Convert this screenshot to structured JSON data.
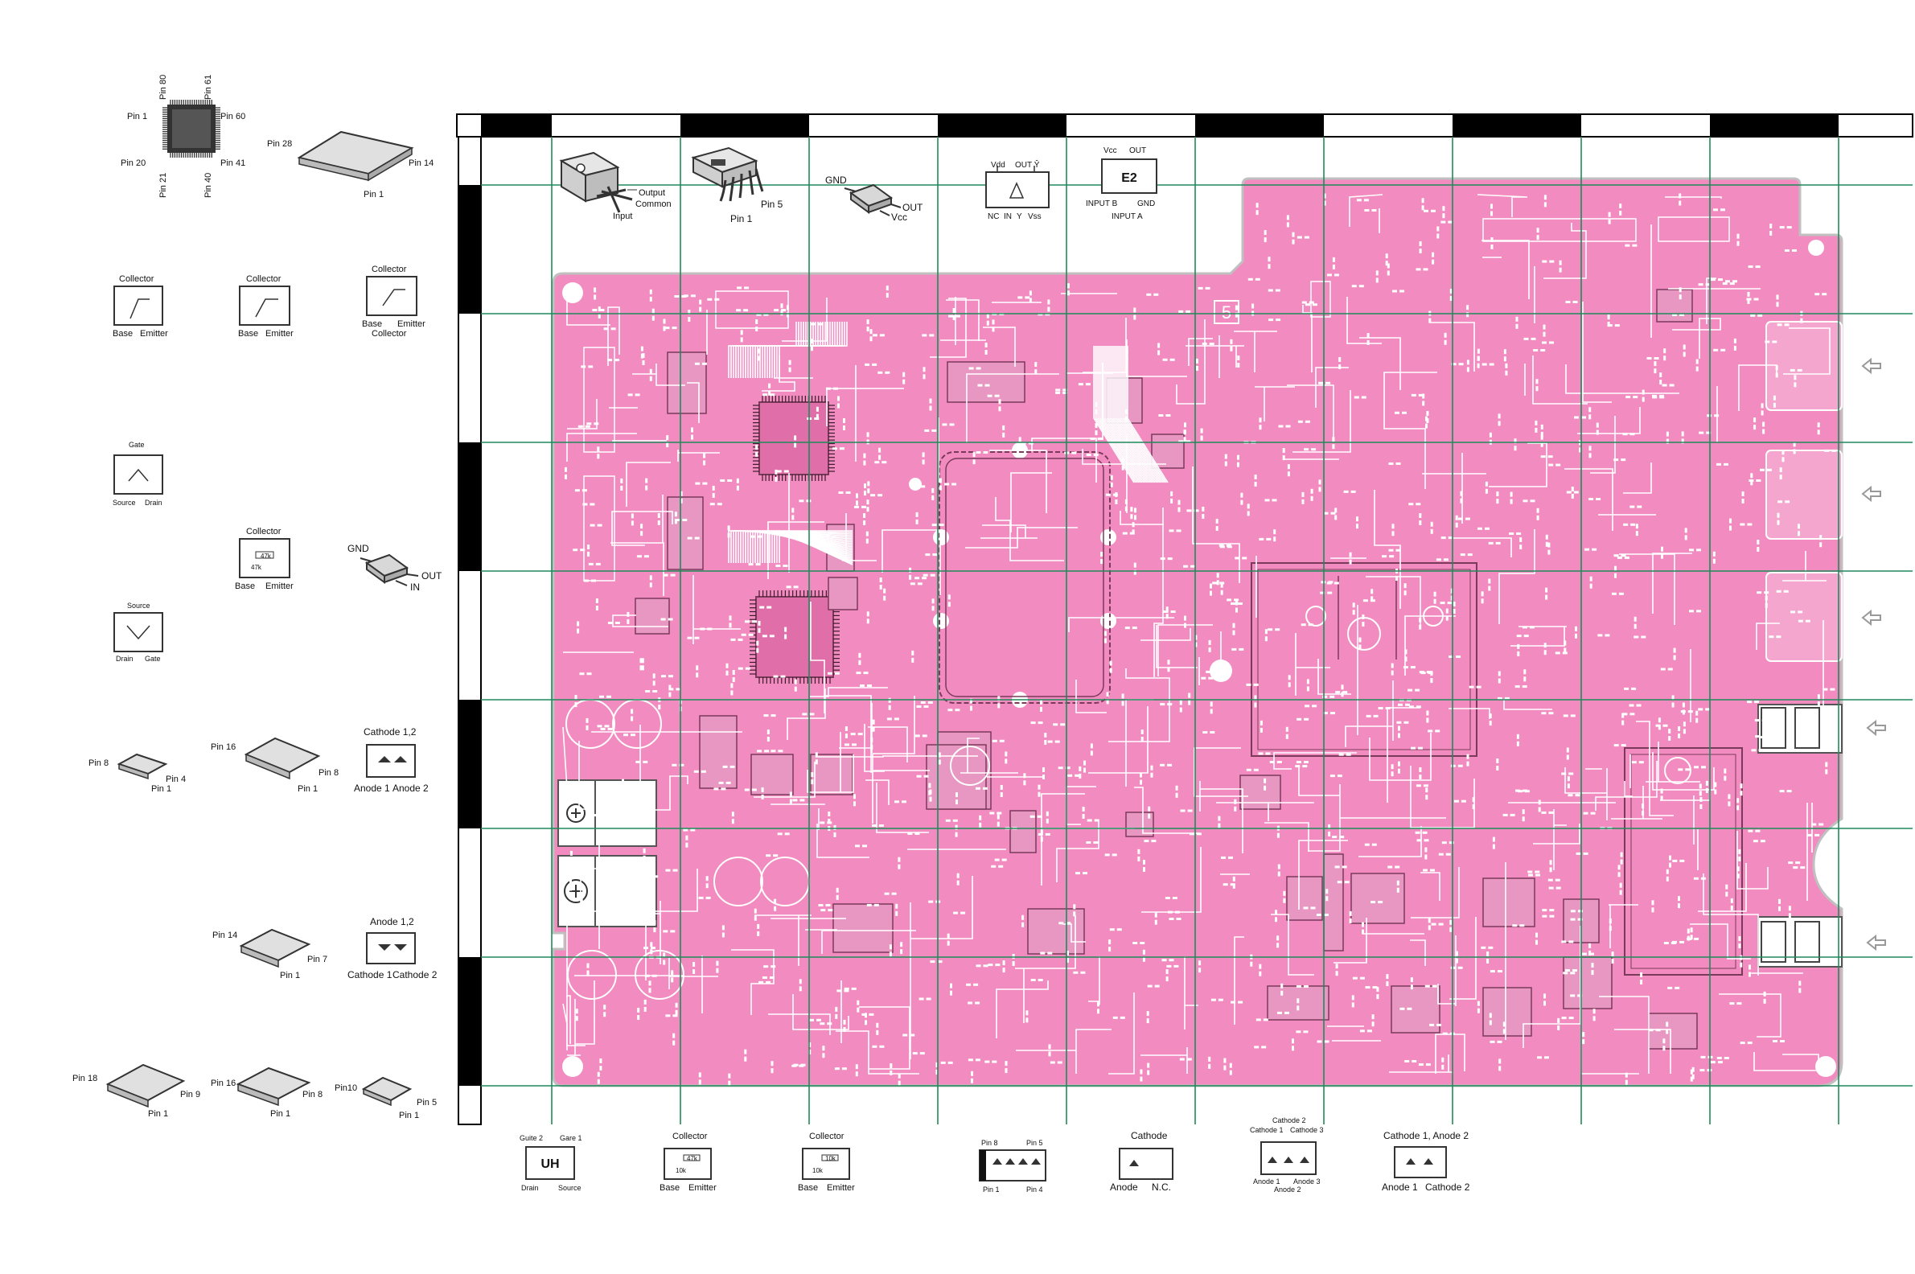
{
  "board_marker": "5",
  "left_parts": {
    "qfp80": {
      "pin1": "Pin 1",
      "pin20": "Pin 20",
      "pin21": "Pin 21",
      "pin40": "Pin 40",
      "pin41": "Pin 41",
      "pin60": "Pin 60",
      "pin61": "Pin 61",
      "pin80": "Pin 80"
    },
    "sop28": {
      "pin28": "Pin 28",
      "pin14": "Pin 14",
      "pin1": "Pin 1"
    },
    "sot_a": {
      "top": "Collector",
      "base": "Base",
      "emitter": "Emitter"
    },
    "sot_b": {
      "top": "Collector",
      "base": "Base",
      "emitter": "Emitter"
    },
    "sot_c": {
      "top": "Collector",
      "base": "Base",
      "emitter": "Emitter",
      "bottom": "Collector"
    },
    "fet_a": {
      "top": "Gate",
      "source": "Source",
      "drain": "Drain"
    },
    "sot_r": {
      "top": "Collector",
      "r": "47k",
      "r2": "47k",
      "base": "Base",
      "emitter": "Emitter"
    },
    "reg_small": {
      "gnd": "GND",
      "out": "OUT",
      "in": "IN"
    },
    "fet_b": {
      "top": "Source",
      "drain": "Drain",
      "gate": "Gate"
    },
    "so8": {
      "pin8": "Pin 8",
      "pin4": "Pin 4",
      "pin1": "Pin 1"
    },
    "so16a": {
      "pin16": "Pin 16",
      "pin8": "Pin 8",
      "pin1": "Pin 1"
    },
    "diode_cc": {
      "top": "Cathode 1,2",
      "a1": "Anode 1",
      "a2": "Anode 2"
    },
    "so14": {
      "pin14": "Pin 14",
      "pin7": "Pin 7",
      "pin1": "Pin 1"
    },
    "diode_ca": {
      "top": "Anode 1,2",
      "c1": "Cathode 1",
      "c2": "Cathode 2"
    },
    "so18": {
      "pin18": "Pin 18",
      "pin9": "Pin 9",
      "pin1": "Pin 1"
    },
    "so16b": {
      "pin16": "Pin 16",
      "pin8": "Pin 8",
      "pin1": "Pin 1"
    },
    "so10": {
      "pin10": "Pin10",
      "pin5": "Pin 5",
      "pin1": "Pin 1"
    }
  },
  "top_parts": {
    "to220": {
      "output": "Output",
      "common": "Common",
      "input": "Input"
    },
    "to220_5": {
      "pin1": "Pin 1",
      "pin5": "Pin 5"
    },
    "dpak": {
      "gnd": "GND",
      "out": "OUT",
      "vcc": "Vcc"
    },
    "sot5": {
      "vdd": "Vdd",
      "out": "OUT Ŷ",
      "nc": "NC",
      "in": "IN",
      "y": "Y",
      "vss": "Vss"
    },
    "e2": {
      "vcc": "Vcc",
      "out": "OUT",
      "name": "E2",
      "inb": "INPUT B",
      "gnd": "GND",
      "ina": "INPUT A"
    }
  },
  "bottom_parts": {
    "uh": {
      "gate2": "Guite 2",
      "gate1": "Gare 1",
      "name": "UH",
      "drain": "Drain",
      "source": "Source"
    },
    "q47": {
      "top": "Collector",
      "r1": "47k",
      "r2": "10k",
      "base": "Base",
      "emitter": "Emitter"
    },
    "q10": {
      "top": "Collector",
      "r1": "10k",
      "r2": "10k",
      "base": "Base",
      "emitter": "Emitter"
    },
    "bridge": {
      "pin8": "Pin 8",
      "pin5": "Pin 5",
      "pin1": "Pin 1",
      "pin4": "Pin 4"
    },
    "cathode": {
      "top": "Cathode",
      "anode": "Anode",
      "nc": "N.C."
    },
    "triple": {
      "top": "Cathode 2",
      "c1": "Cathode 1",
      "c3": "Cathode 3",
      "a1": "Anode 1",
      "a3": "Anode 3",
      "a2": "Anode 2"
    },
    "dual": {
      "top": "Cathode 1, Anode 2",
      "a1": "Anode 1",
      "c2": "Cathode 2"
    }
  },
  "colors": {
    "board": "#f28cc0",
    "grid": "#1e8a5a",
    "ruler": "#000000",
    "trace": "#ffffff",
    "outline": "#c0c0c0"
  }
}
